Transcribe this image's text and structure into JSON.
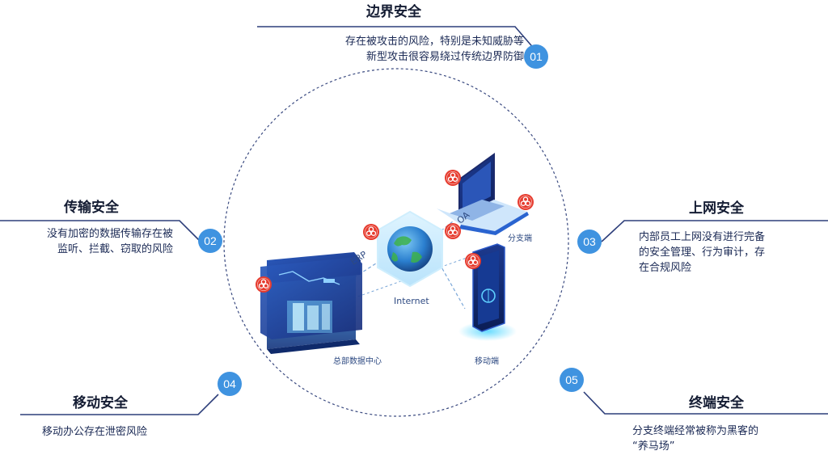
{
  "sections": [
    {
      "id": "01",
      "title": "边界安全",
      "desc_lines": [
        "存在被攻击的风险，特别是未知威胁等",
        "新型攻击很容易绕过传统边界防御"
      ]
    },
    {
      "id": "02",
      "title": "传输安全",
      "desc_lines": [
        "没有加密的数据传输存在被",
        "监听、拦截、窃取的风险"
      ]
    },
    {
      "id": "03",
      "title": "上网安全",
      "desc_lines": [
        "内部员工上网没有进行完备",
        "的安全管理、行为审计，存",
        "在合规风险"
      ]
    },
    {
      "id": "04",
      "title": "移动安全",
      "desc_lines": [
        "移动办公存在泄密风险"
      ]
    },
    {
      "id": "05",
      "title": "终端安全",
      "desc_lines": [
        "分支终端经常被称为黑客的",
        "“养马场”"
      ]
    }
  ],
  "diagram": {
    "internet_label": "Internet",
    "erp_label": "ERP",
    "oa_label": "OA",
    "hq_label": "总部数据中心",
    "branch_label": "分支端",
    "mobile_label": "移动端"
  },
  "colors": {
    "accent": "#3f93e0",
    "line": "#2d3e7a",
    "dashed_circle": "#3a4a80",
    "threat_red": "#e63b2e"
  },
  "icons": [
    "biohazard-icon",
    "globe-icon",
    "server-icon",
    "laptop-icon",
    "phone-icon"
  ]
}
